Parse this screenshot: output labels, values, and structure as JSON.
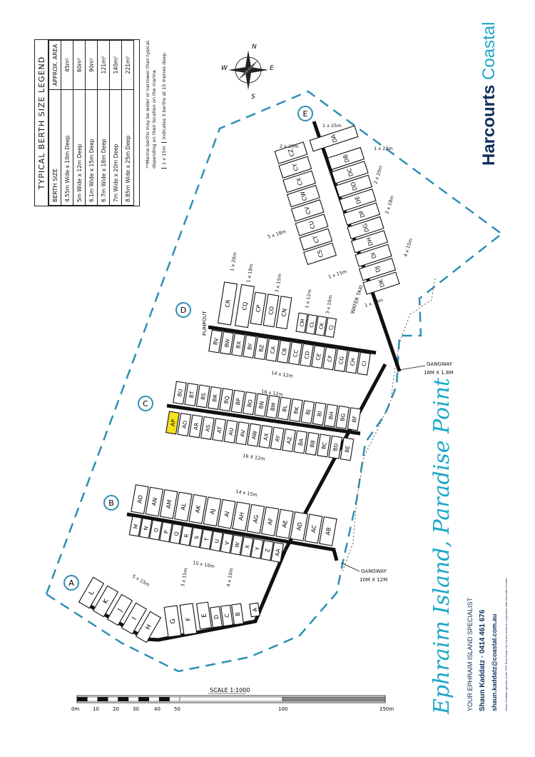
{
  "legend": {
    "title": "TYPICAL BERTH SIZE LEGEND",
    "col_size": "BERTH SIZE",
    "col_area": "APPROX. AREA",
    "rows": [
      {
        "size": "4.55m Wide x 10m Deep",
        "area": "45m²"
      },
      {
        "size": "5m Wide x 12m Deep",
        "area": "60m²"
      },
      {
        "size": "6.1m Wide x 15m Deep",
        "area": "90m²"
      },
      {
        "size": "6.7m Wide x 18m Deep",
        "area": "121m²"
      },
      {
        "size": "7m Wide x 20m Deep",
        "area": "140m²"
      },
      {
        "size": "8.85m Wide x 25m Deep",
        "area": "221m²"
      }
    ]
  },
  "notes": {
    "marine_1": "**Marine berths may be wider or narrower than typical,",
    "marine_2": "depending on their location on the marina.",
    "berth_key_sample": "1 x 15m",
    "berth_key_text": "Indicates 3 berths at 15 metres deep."
  },
  "compass": {
    "n": "N",
    "s": "S",
    "e": "E",
    "w": "W"
  },
  "docks": [
    "A",
    "B",
    "C",
    "D",
    "E"
  ],
  "highlighted_berth": "AP",
  "colors": {
    "highlight": "#f5e21e",
    "boundary": "#2d8fb5",
    "brand_dark": "#0d2f5c",
    "brand_light": "#1aa7c8"
  },
  "labels": {
    "pumpout": "PUMPOUT",
    "water_taxi": "WATER TAXI",
    "gangway_1": "GANGWAY",
    "gangway_1_size": "16M X 1.8M",
    "gangway_2": "GANGWAY",
    "gangway_2_size": "10M X 12M",
    "scale": "SCALE 1:1000",
    "scale_ticks": [
      "0m",
      "10",
      "20",
      "30",
      "40",
      "50",
      "100",
      "150m"
    ]
  },
  "dims": {
    "a": "5 x 15m",
    "a2": "3 x 15m",
    "a3": "4 x 10m",
    "b1": "15 x 10m",
    "b2": "14 x 15m",
    "c1": "16 x 12m",
    "c2": "16 X 12m",
    "d1": "14 x 12m",
    "d2": "1 x 20m",
    "d3": "1 x 18m",
    "d4": "3 x 15m",
    "d5": "1 x 12m",
    "d6": "3 x 10m",
    "e1": "2 x 20m",
    "e2": "1 x 25m",
    "e3": "1 x 23m",
    "e4": "2 x 20m",
    "e5": "2 x 18m",
    "e6": "4 x 15m",
    "e7": "5 x 18m",
    "e8": "1 x 15m",
    "e9": "1 x 10m"
  },
  "berths": {
    "dockA": [
      "L",
      "K",
      "J",
      "I",
      "H",
      "G",
      "F",
      "E",
      "D",
      "C",
      "B",
      "A"
    ],
    "rowB_top": [
      "AO",
      "AN",
      "AM",
      "AL",
      "AK",
      "AJ",
      "AI",
      "AH",
      "AG",
      "AF",
      "AE",
      "AD",
      "AC",
      "AB"
    ],
    "rowB_bottom": [
      "M",
      "N",
      "O",
      "P",
      "Q",
      "R",
      "S",
      "T",
      "U",
      "V",
      "W",
      "X",
      "Y",
      "Z",
      "AA"
    ],
    "rowC_top": [
      "BU",
      "BT",
      "BS",
      "BR",
      "BQ",
      "BP",
      "BO",
      "BN",
      "BM",
      "BL",
      "BK",
      "BJ",
      "BI",
      "BH",
      "BG",
      "BF"
    ],
    "rowC_bottom": [
      "AP",
      "AO",
      "AR",
      "AS",
      "AT",
      "AU",
      "AV",
      "AW",
      "AX",
      "AY",
      "AZ",
      "BA",
      "BB",
      "BC",
      "BD",
      "BE"
    ],
    "rowD_top": [
      "CR",
      "CQ",
      "CP",
      "CO",
      "CN",
      "CM",
      "CL",
      "CK",
      "CJ"
    ],
    "rowD_bottom": [
      "BV",
      "BW",
      "BX",
      "BY",
      "BZ",
      "CA",
      "CB",
      "CC",
      "CD",
      "CE",
      "CF",
      "CG",
      "CH",
      "CI"
    ],
    "rowE_left": [
      "CZ",
      "CY",
      "CX",
      "CW",
      "CV",
      "CU",
      "CT",
      "CS"
    ],
    "rowE_right": [
      "DA",
      "DB",
      "DC",
      "DD",
      "DE",
      "DF",
      "DG",
      "DH",
      "DI",
      "DJ",
      "DK"
    ]
  },
  "brand": {
    "name_bold": "Harcourts",
    "name_light": "Coastal"
  },
  "tagline": "Ephraim Island, Paradise Point",
  "agent": {
    "role": "YOUR EPHRAIM ISLAND SPECIALIST",
    "name": "Shaun Kaddatz",
    "phone": "0414 461 676",
    "email": "shaun.kaddatz@coastal.com.au",
    "disclaimer": "Shaun Kaddatz operates under SPK Real Estate Pty Ltd and works in conjunction with Harcourts Coastal."
  }
}
